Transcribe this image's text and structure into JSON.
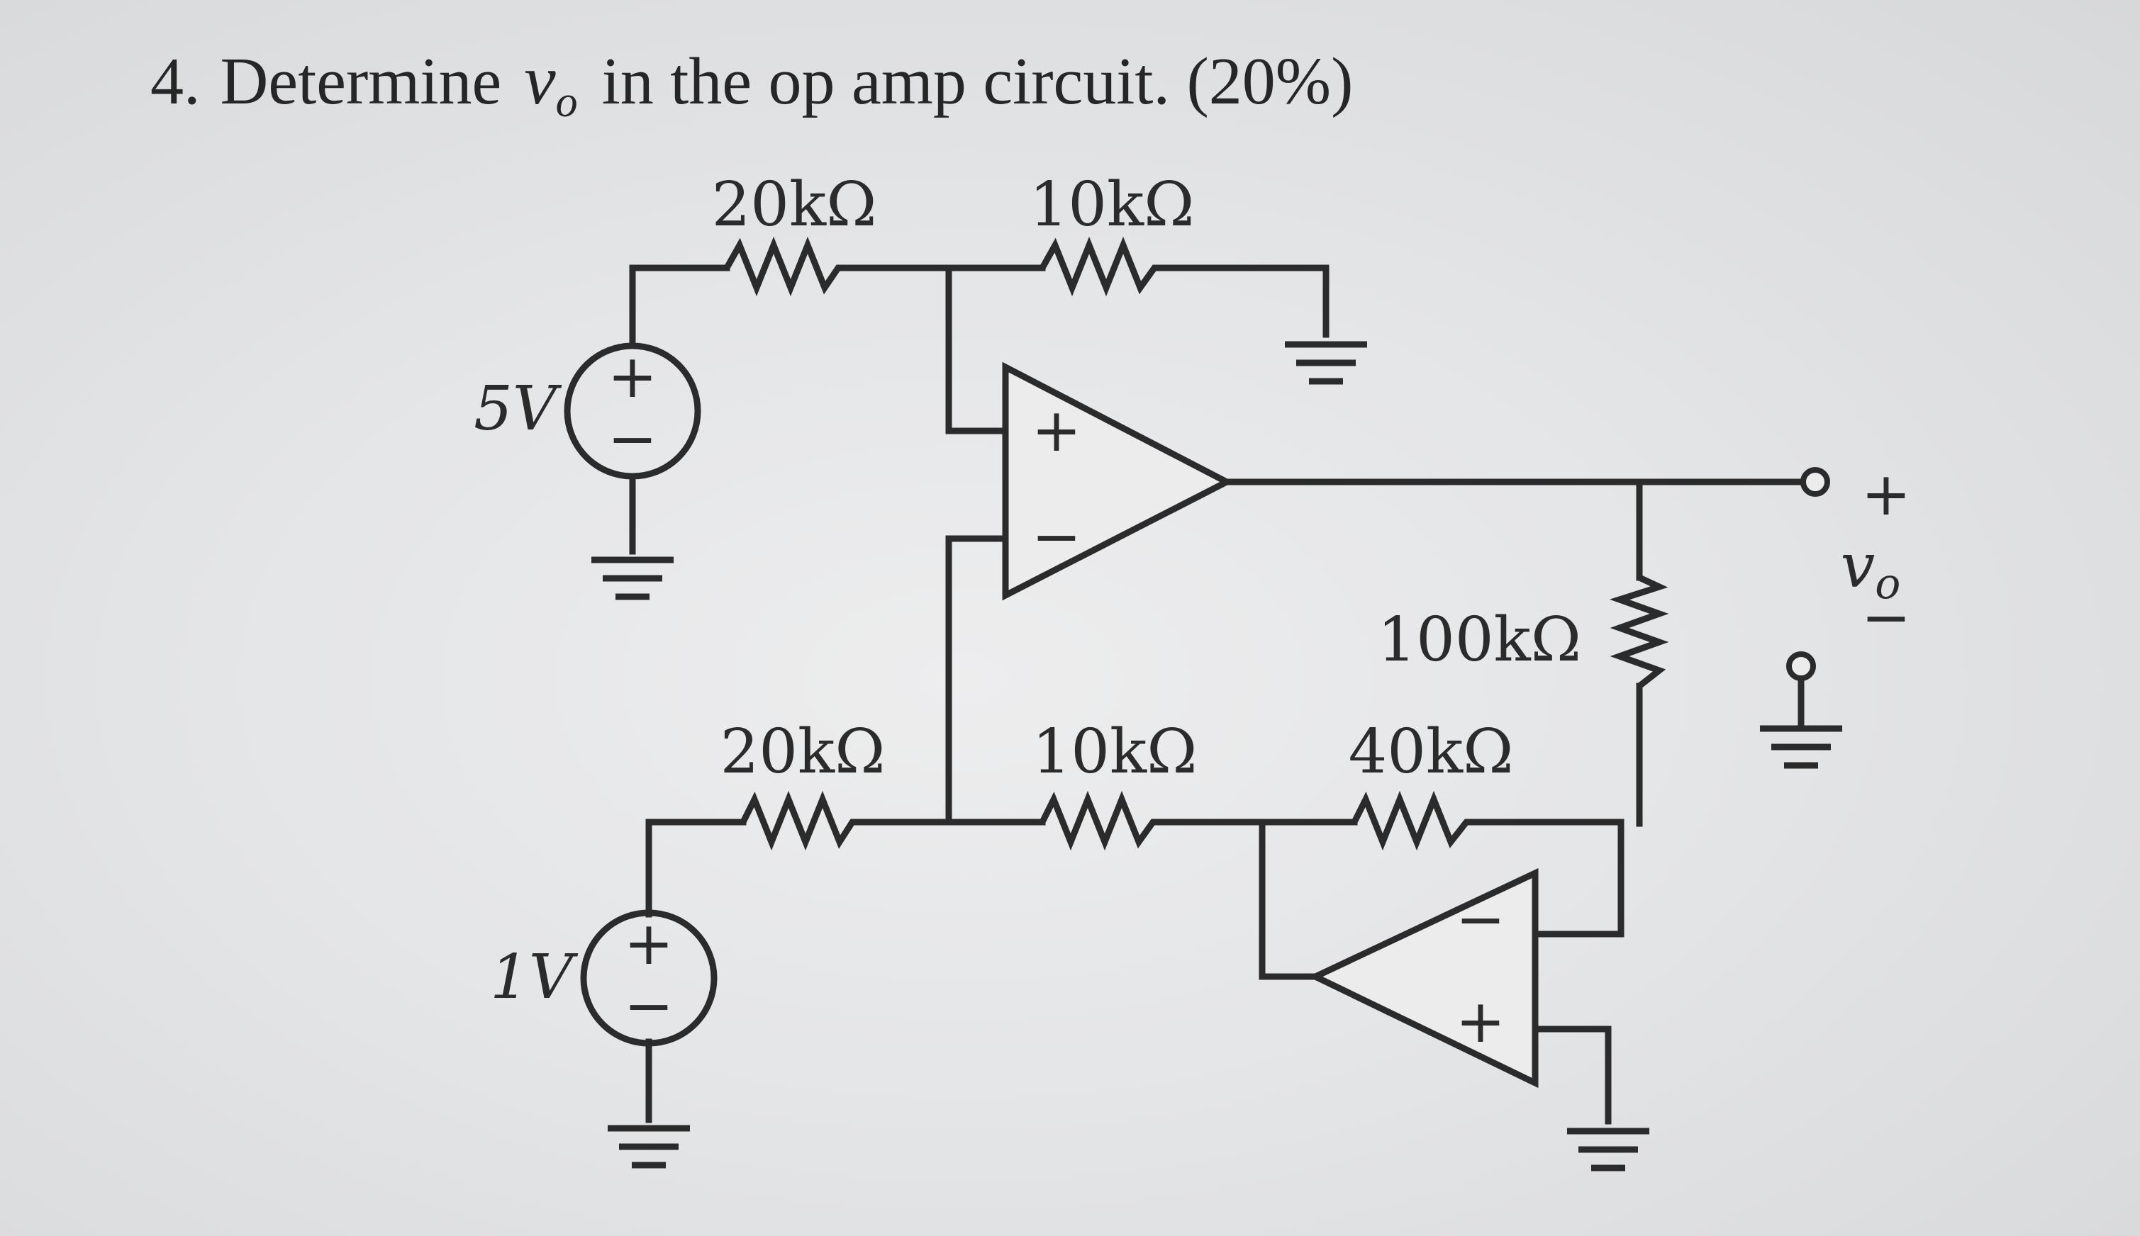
{
  "question": {
    "number": "4.",
    "text_before": "Determine",
    "variable": "v",
    "variable_sub": "o",
    "text_after": "in the op amp circuit. (20%)"
  },
  "sources": {
    "top": {
      "value": "5V",
      "plus": "+",
      "minus": "−"
    },
    "bottom": {
      "value": "1V",
      "plus": "+",
      "minus": "−"
    }
  },
  "resistors": {
    "r_top_left": "20kΩ",
    "r_top_right": "10kΩ",
    "r_bottom_left": "20kΩ",
    "r_bottom_mid": "10kΩ",
    "r_feedback_40k": "40kΩ",
    "r_output_100k": "100kΩ"
  },
  "op_amps": {
    "main": {
      "plus": "+",
      "minus": "−"
    },
    "second": {
      "plus": "+",
      "minus": "−"
    }
  },
  "output": {
    "plus": "+",
    "minus": "−",
    "variable": "v",
    "variable_sub": "o"
  }
}
